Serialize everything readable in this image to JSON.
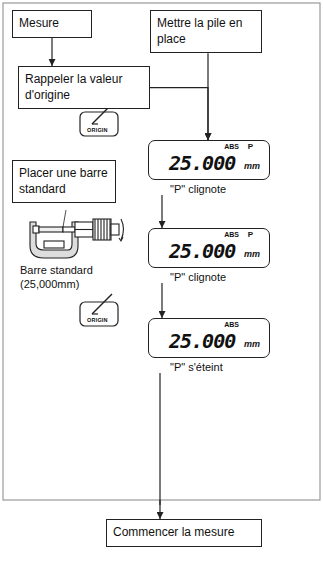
{
  "diagram": {
    "nodes": [
      {
        "text": [
          "Mesure"
        ]
      },
      {
        "text": [
          "Mettre la pile en place"
        ]
      },
      {
        "text": [
          "Rappeler la valeur d'origine"
        ]
      },
      {
        "text": [
          "ABS",
          "P",
          "25.000",
          "mm",
          "\"P\" clignote"
        ]
      },
      {
        "text": [
          "Placer une barre standard"
        ]
      },
      {
        "text": [
          "ABS",
          "P",
          "25.000",
          "mm",
          "\"P\" clignote"
        ]
      },
      {
        "text": [
          "ABS",
          "25.000",
          "mm",
          "\"P\" s'éteint"
        ]
      },
      {
        "text": [
          "Commencer la mesure"
        ]
      }
    ],
    "edges": [
      {
        "from": 0,
        "to": 2,
        "arrow": "to"
      },
      {
        "from": 1,
        "to": 3,
        "arrow": "to"
      },
      {
        "from": 2,
        "to": 3,
        "arrow": "to"
      },
      {
        "from": 3,
        "to": 5,
        "arrow": "to"
      },
      {
        "from": 5,
        "to": 6,
        "arrow": "to"
      },
      {
        "from": 6,
        "to": 7,
        "arrow": "to"
      }
    ],
    "labels": [
      "ORIGIN",
      "Barre standard (25,000mm)",
      "ORIGIN"
    ]
  }
}
